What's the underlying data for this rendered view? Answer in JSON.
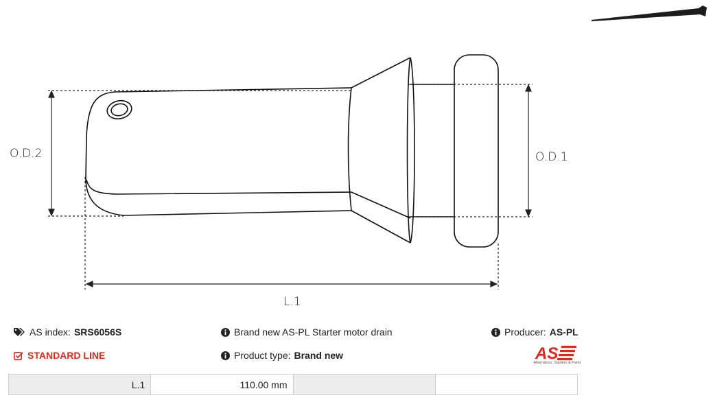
{
  "drawing": {
    "od2_label": "O.D.2",
    "od1_label": "O.D.1",
    "l1_label": "L.1"
  },
  "info": {
    "as_index_label": "AS index:",
    "as_index_value": "SRS6056S",
    "description": "Brand new AS-PL Starter motor drain",
    "producer_label": "Producer:",
    "producer_value": "AS-PL",
    "standard_line": "STANDARD LINE",
    "product_type_label": "Product type:",
    "product_type_value": "Brand new"
  },
  "logo": {
    "text": "AS",
    "tagline": "Alternators, Starters & Parts",
    "color": "#e2261d"
  },
  "spec_table": {
    "rows": [
      {
        "label": "L.1",
        "value": "110.00 mm"
      }
    ]
  },
  "colors": {
    "accent": "#e2261d",
    "row_bg": "#ececec",
    "border": "#cfcfcf"
  }
}
